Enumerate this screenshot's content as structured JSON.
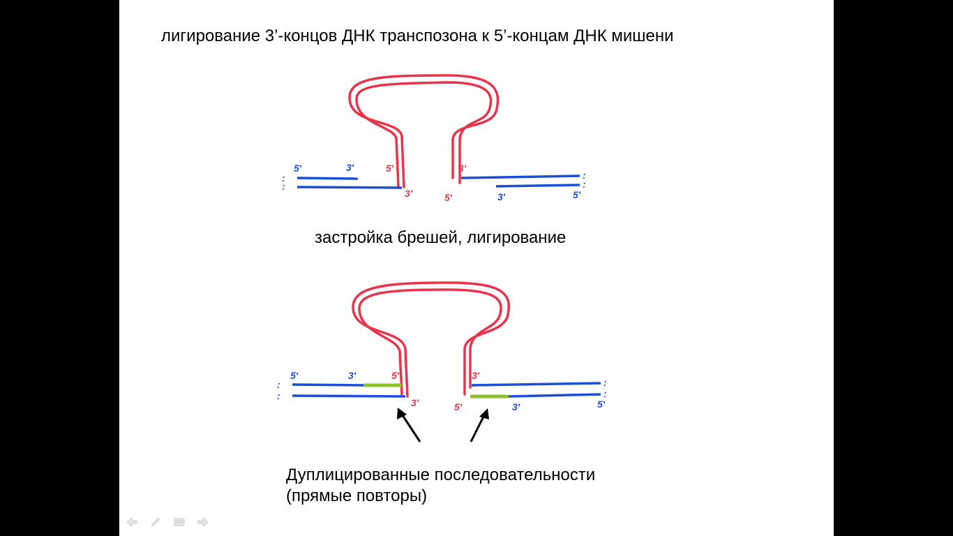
{
  "slide": {
    "title": "лигирование 3’-концов ДНК транспозона к 5’-концам ДНК мишени",
    "caption": "застройка брешей, лигирование",
    "note_line1": "Дуплицированные последовательности",
    "note_line2": "(прямые повторы)"
  },
  "labels": {
    "five_prime": "5'",
    "three_prime": "3'",
    "dots": ":"
  },
  "colors": {
    "transposon": "#e8334a",
    "target_dna": "#1a4fd6",
    "duplicated": "#8cc02a",
    "arrow": "#000000",
    "background": "#000000",
    "slide": "#ffffff"
  },
  "controls": {
    "icons": [
      "back-arrow-icon",
      "pen-icon",
      "menu-icon",
      "forward-arrow-icon"
    ]
  }
}
